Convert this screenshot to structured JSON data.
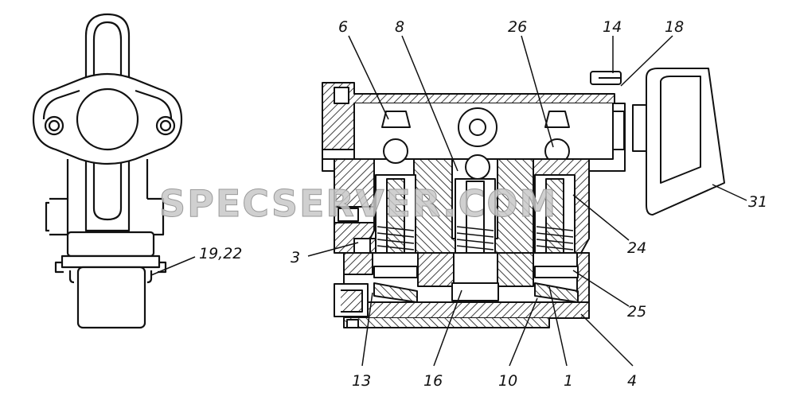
{
  "watermark": "SPECSERVER.COM",
  "callouts": {
    "c6": "6",
    "c8": "8",
    "c26": "26",
    "c14": "14",
    "c18": "18",
    "c31": "31",
    "c24": "24",
    "c25": "25",
    "c3": "3",
    "c19_22": "19,22",
    "c13": "13",
    "c16": "16",
    "c10": "10",
    "c1": "1",
    "c4": "4"
  },
  "colors": {
    "ink": "#111111",
    "hatch": "#111111",
    "watermark": "#c8c8c8"
  }
}
